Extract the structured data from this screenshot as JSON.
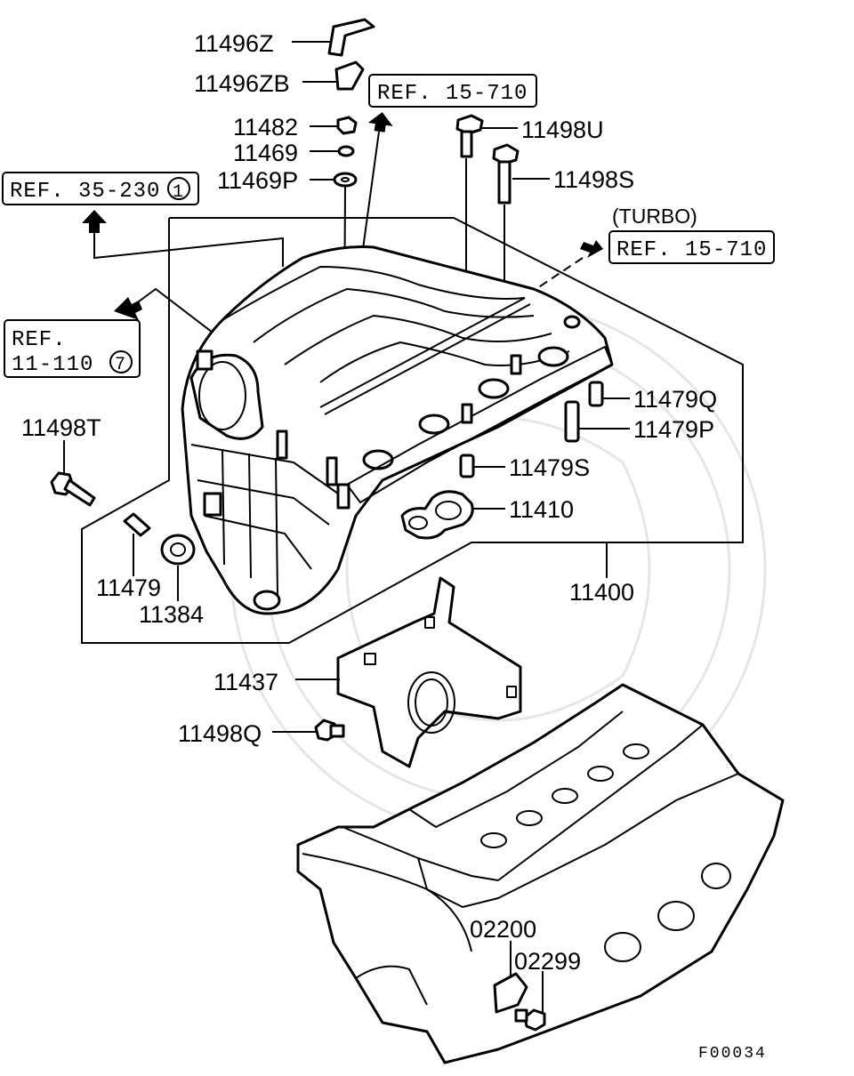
{
  "diagram_code": "F00034",
  "turbo_note": "(TURBO)",
  "refs": {
    "r15_top": "REF. 15-710",
    "r35": "REF. 35-230",
    "r35_circle": "1",
    "r11_line1": "REF.",
    "r11_line2": "11-110",
    "r11_circle": "7",
    "r15_turbo": "REF. 15-710"
  },
  "parts": {
    "p11496Z": "11496Z",
    "p11496ZB": "11496ZB",
    "p11482": "11482",
    "p11469": "11469",
    "p11469P": "11469P",
    "p11498U": "11498U",
    "p11498S": "11498S",
    "p11479Q": "11479Q",
    "p11479P": "11479P",
    "p11479S": "11479S",
    "p11410": "11410",
    "p11498T": "11498T",
    "p11479": "11479",
    "p11384": "11384",
    "p11400": "11400",
    "p11437": "11437",
    "p11498Q": "11498Q",
    "p02200": "02200",
    "p02299": "02299"
  }
}
